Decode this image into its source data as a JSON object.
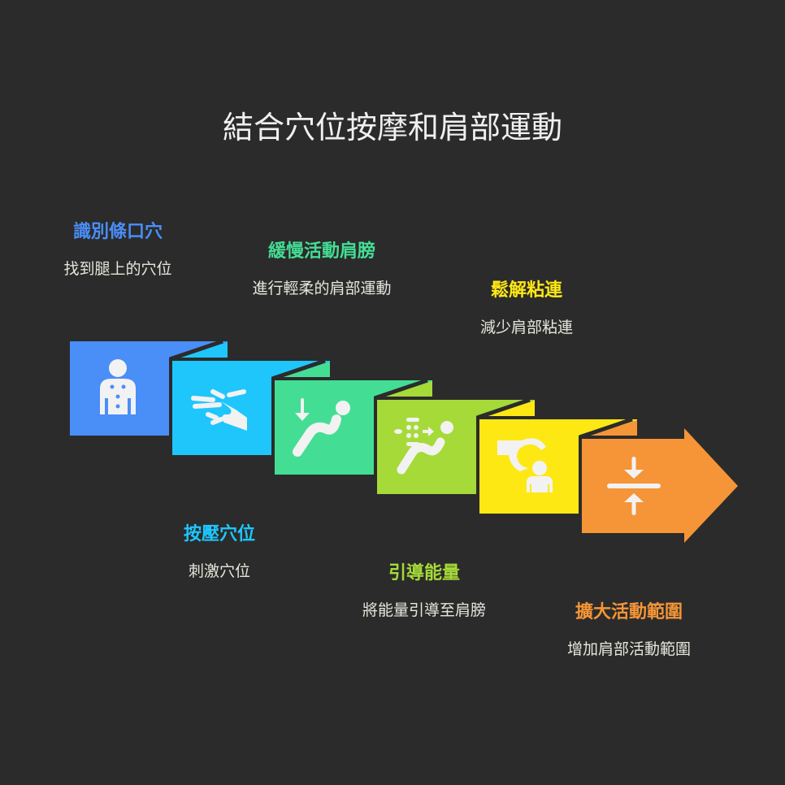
{
  "title": "結合穴位按摩和肩部運動",
  "steps": [
    {
      "title": "識別條口穴",
      "desc": "找到腿上的穴位",
      "color": "#4a8ef8",
      "icon": "body-acupoints-icon"
    },
    {
      "title": "按壓穴位",
      "desc": "刺激穴位",
      "color": "#1ec6fc",
      "icon": "hand-press-icon"
    },
    {
      "title": "緩慢活動肩膀",
      "desc": "進行輕柔的肩部運動",
      "color": "#44dd94",
      "icon": "stretching-person-icon"
    },
    {
      "title": "引導能量",
      "desc": "將能量引導至肩膀",
      "color": "#a6da38",
      "icon": "energy-flow-icon"
    },
    {
      "title": "鬆解粘連",
      "desc": "減少肩部粘連",
      "color": "#fee814",
      "icon": "hand-release-person-icon"
    },
    {
      "title": "擴大活動範圍",
      "desc": "增加肩部活動範圍",
      "color": "#f59537",
      "icon": "compress-expand-icon"
    }
  ]
}
